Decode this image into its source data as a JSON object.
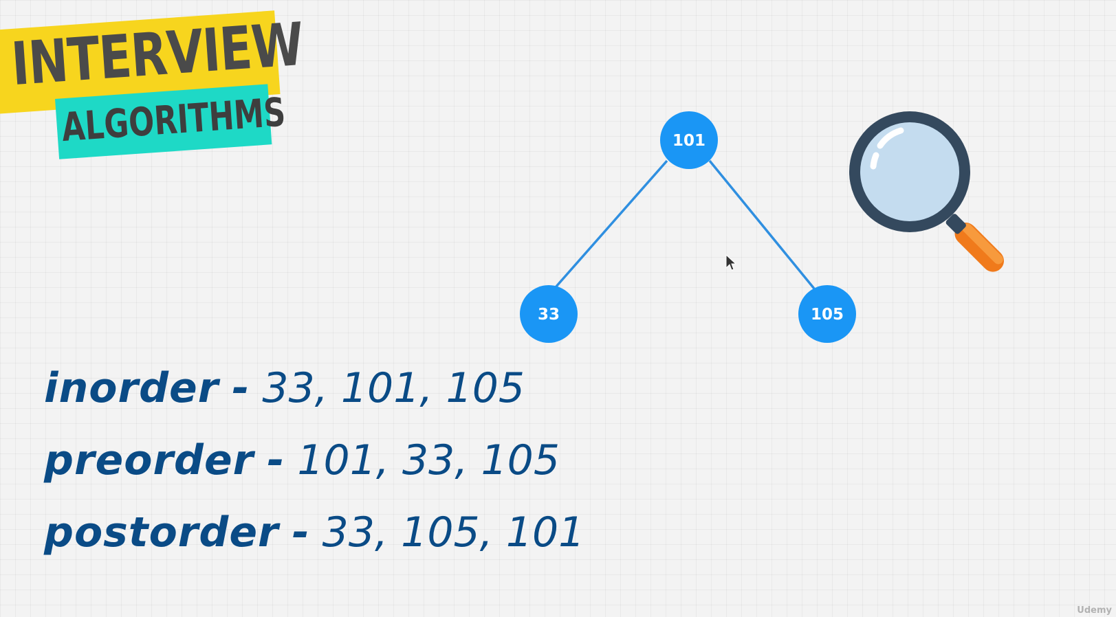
{
  "logo": {
    "top_text": "INTERVIEW",
    "bottom_text": "ALGORITHMS",
    "colors": {
      "top_background": "#f7d51e",
      "bottom_background": "#1ed9c6",
      "text": "#4a4a4a"
    }
  },
  "tree": {
    "node_color": "#1a96f5",
    "edge_color": "#2f8fe0",
    "root": "101",
    "left": "33",
    "right": "105"
  },
  "magnifier": {
    "icon": "magnifying-glass-icon"
  },
  "traversals": [
    {
      "name": "inorder",
      "separator": "-",
      "sequence": "33, 101, 105"
    },
    {
      "name": "preorder",
      "separator": "-",
      "sequence": "101, 33, 105"
    },
    {
      "name": "postorder",
      "separator": "-",
      "sequence": "33, 105, 101"
    }
  ],
  "text_color": "#0a4b86",
  "watermark": "Udemy"
}
